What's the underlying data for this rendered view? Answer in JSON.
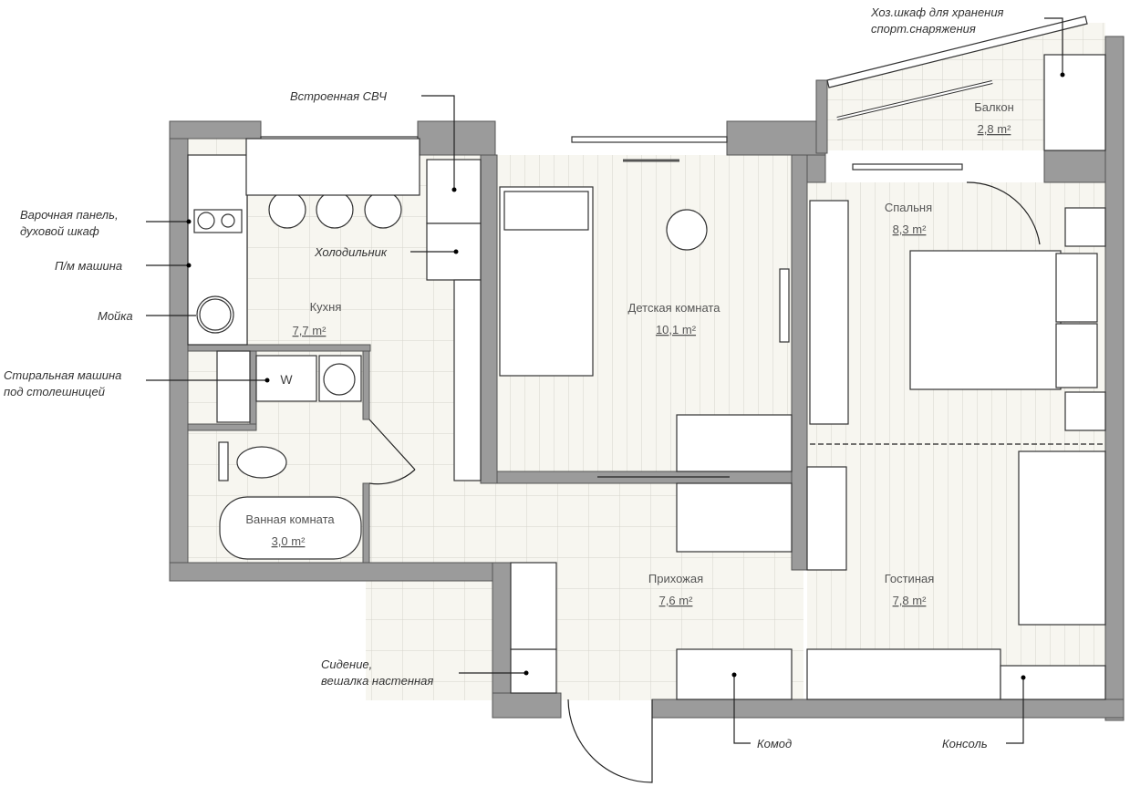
{
  "rooms": {
    "kitchen": {
      "name": "Кухня",
      "area": "7,7 m²"
    },
    "kids": {
      "name": "Детская комната",
      "area": "10,1 m²"
    },
    "bedroom": {
      "name": "Спальня",
      "area": "8,3 m²"
    },
    "balcony": {
      "name": "Балкон",
      "area": "2,8 m²"
    },
    "bathroom": {
      "name": "Ванная комната",
      "area": "3,0 m²"
    },
    "hallway": {
      "name": "Прихожая",
      "area": "7,6 m²"
    },
    "living": {
      "name": "Гостиная",
      "area": "7,8 m²"
    }
  },
  "callouts": {
    "microwave": "Встроенная СВЧ",
    "hob_1": "Варочная панель,",
    "hob_2": "духовой шкаф",
    "dishwasher": "П/м машина",
    "sink": "Мойка",
    "washer_1": "Стиральная машина",
    "washer_2": "под столешницей",
    "fridge": "Холодильник",
    "storage_1": "Хоз.шкаф для хранения",
    "storage_2": "спорт.снаряжения",
    "seat_1": "Сидение,",
    "seat_2": "вешалка настенная",
    "dresser": "Комод",
    "console": "Консоль"
  },
  "appliances": {
    "washer_letter": "W"
  },
  "colors": {
    "wall": "#9b9b9b",
    "floor": "#f7f6f0",
    "lines": "#222222"
  }
}
